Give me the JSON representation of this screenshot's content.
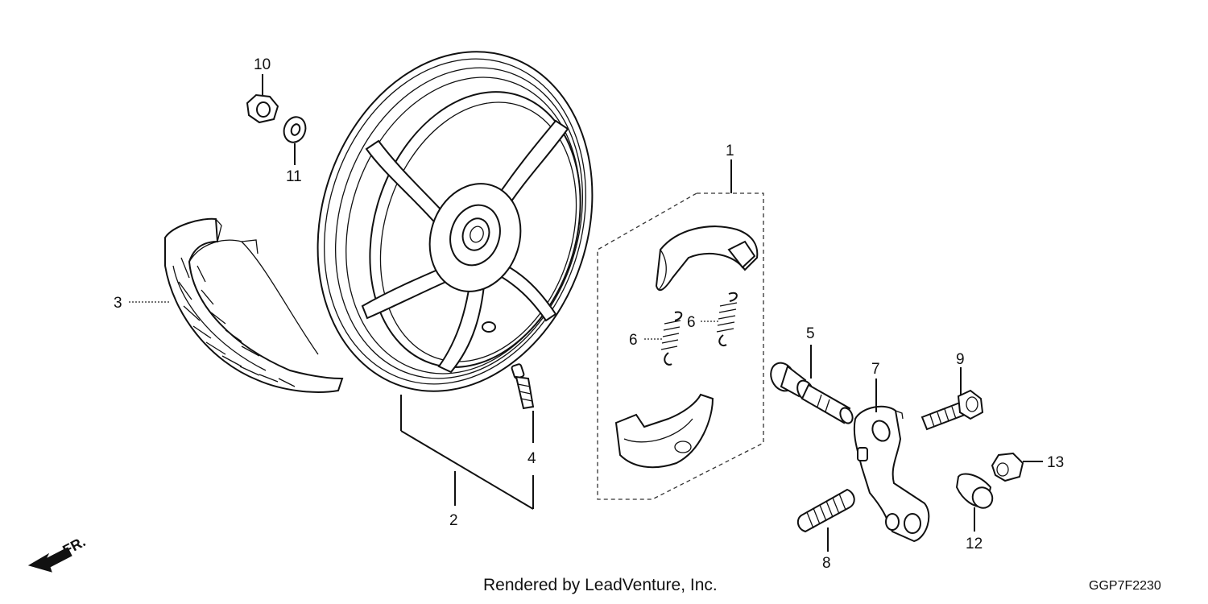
{
  "diagram": {
    "callouts": {
      "c1": "1",
      "c2": "2",
      "c3": "3",
      "c4": "4",
      "c5": "5",
      "c6a": "6",
      "c6b": "6",
      "c7": "7",
      "c8": "8",
      "c9": "9",
      "c10": "10",
      "c11": "11",
      "c12": "12",
      "c13": "13"
    },
    "front_indicator": "FR.",
    "footer_text": "Rendered by LeadVenture, Inc.",
    "diagram_code": "GGP7F2230"
  }
}
